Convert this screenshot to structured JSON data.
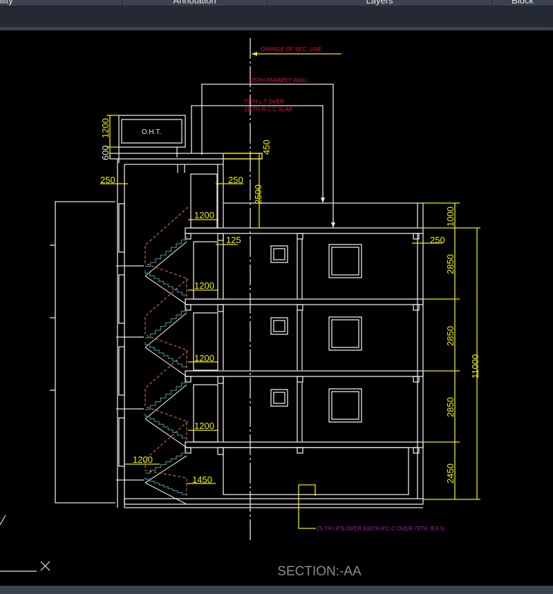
{
  "ribbon": {
    "panels": [
      "ility",
      "Annotation",
      "Layers",
      "Block"
    ]
  },
  "drawing": {
    "title": "SECTION:-AA",
    "tank_label": "O.H.T.",
    "notes": {
      "change_of_section": "CHANGE OF SEC.  LINE",
      "parapet": "125TH PARAPET WALL",
      "slab_line1": "75TH L.T OVER",
      "slab_line2": "115TH R.C.C SLAB",
      "foundation": "25 TH I.P.S OVER 100TH P.C.C OVER 75TH. B.F.S"
    },
    "dimensions": [
      "1200",
      "600",
      "450",
      "250",
      "250",
      "2500",
      "1200",
      "125",
      "250",
      "1200",
      "1200",
      "1200",
      "1200",
      "1450",
      "1000",
      "2850",
      "2850",
      "2850",
      "2450",
      "11000"
    ],
    "colors": {
      "canvas": "#000000",
      "lines": "#e6e6e6",
      "dimensions": "#f0f000",
      "notes": "#e0104a",
      "foundation_note": "#b020b0",
      "stair_break": "#e8805a",
      "stair_steps": "#3a8a8a"
    }
  }
}
